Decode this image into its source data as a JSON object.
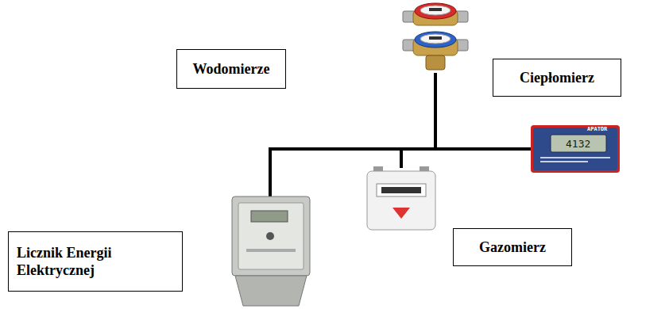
{
  "diagram": {
    "nodes": [
      {
        "text": [
          "Wodomierze"
        ]
      },
      {
        "text": [
          "Ciepłomierz"
        ]
      },
      {
        "text": [
          "Licznik Energii Elektrycznej"
        ]
      },
      {
        "text": [
          "Gazomierz"
        ]
      }
    ],
    "labels": [
      "APATOR",
      "4132"
    ]
  }
}
